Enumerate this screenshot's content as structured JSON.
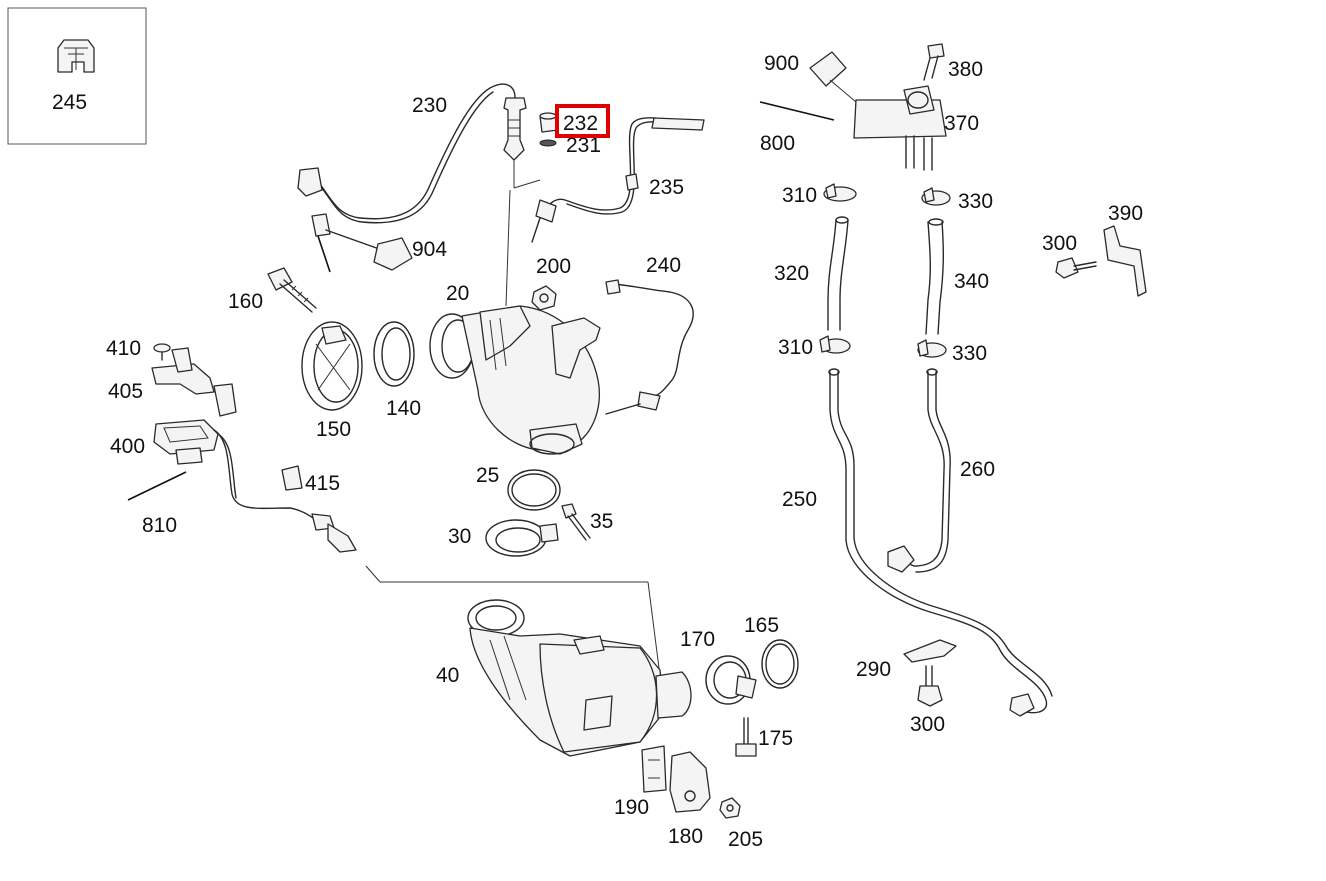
{
  "diagram": {
    "highlighted_part": "232",
    "highlight_color": "#e00000",
    "inset": {
      "label": "245"
    },
    "callouts": {
      "c20": "20",
      "c25": "25",
      "c30": "30",
      "c35": "35",
      "c40": "40",
      "c140": "140",
      "c150": "150",
      "c160": "160",
      "c165": "165",
      "c170": "170",
      "c175": "175",
      "c180": "180",
      "c190": "190",
      "c200": "200",
      "c205": "205",
      "c230": "230",
      "c231": "231",
      "c232": "232",
      "c235": "235",
      "c240": "240",
      "c250": "250",
      "c260": "260",
      "c290": "290",
      "c300a": "300",
      "c300b": "300",
      "c310a": "310",
      "c310b": "310",
      "c320": "320",
      "c330a": "330",
      "c330b": "330",
      "c340": "340",
      "c370": "370",
      "c380": "380",
      "c390": "390",
      "c400": "400",
      "c405": "405",
      "c410": "410",
      "c415": "415",
      "c800": "800",
      "c810": "810",
      "c900": "900",
      "c904": "904"
    }
  }
}
